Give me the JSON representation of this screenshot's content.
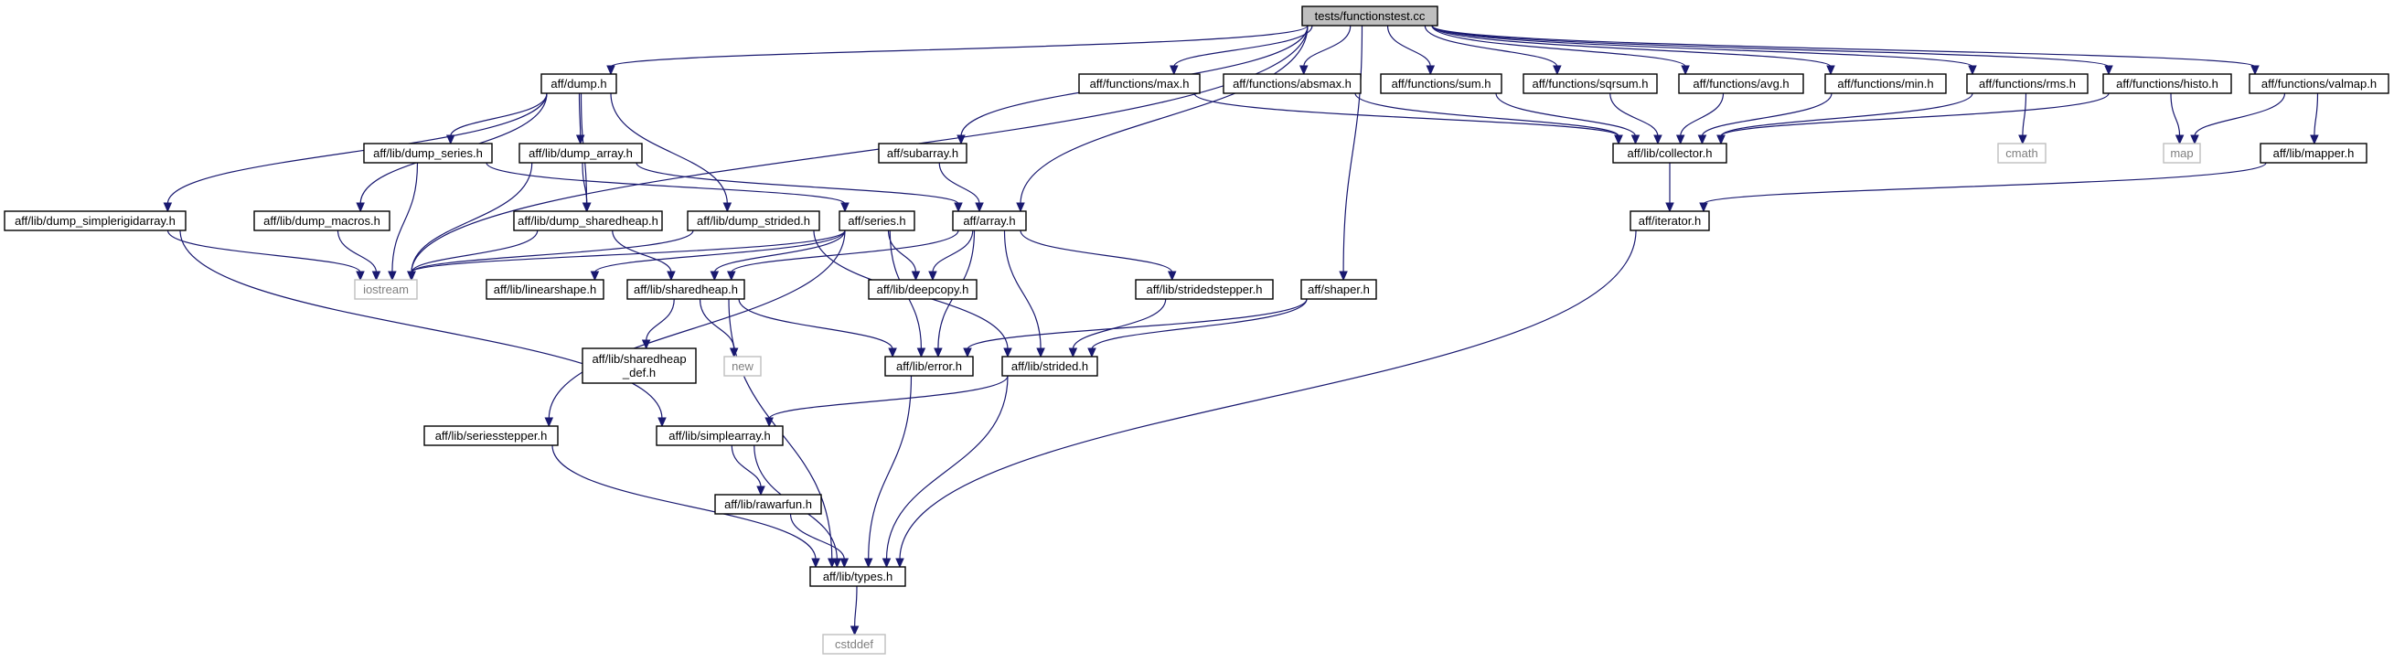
{
  "graph": {
    "colors": {
      "edge": "#191970",
      "root_fill": "#bfbfbf",
      "node_fill": "#ffffff",
      "node_border": "#000000",
      "external_border": "#bfbfbf",
      "external_text": "#7f7f7f"
    },
    "nodes": [
      {
        "id": "root",
        "label": "tests/functionstest.cc",
        "kind": "root"
      },
      {
        "id": "dump",
        "label": "aff/dump.h",
        "kind": "header"
      },
      {
        "id": "f_max",
        "label": "aff/functions/max.h",
        "kind": "header"
      },
      {
        "id": "f_absmax",
        "label": "aff/functions/absmax.h",
        "kind": "header"
      },
      {
        "id": "f_sum",
        "label": "aff/functions/sum.h",
        "kind": "header"
      },
      {
        "id": "f_sqrsum",
        "label": "aff/functions/sqrsum.h",
        "kind": "header"
      },
      {
        "id": "f_avg",
        "label": "aff/functions/avg.h",
        "kind": "header"
      },
      {
        "id": "f_min",
        "label": "aff/functions/min.h",
        "kind": "header"
      },
      {
        "id": "f_rms",
        "label": "aff/functions/rms.h",
        "kind": "header"
      },
      {
        "id": "f_histo",
        "label": "aff/functions/histo.h",
        "kind": "header"
      },
      {
        "id": "f_valmap",
        "label": "aff/functions/valmap.h",
        "kind": "header"
      },
      {
        "id": "dump_series",
        "label": "aff/lib/dump_series.h",
        "kind": "header"
      },
      {
        "id": "dump_array",
        "label": "aff/lib/dump_array.h",
        "kind": "header"
      },
      {
        "id": "subarray",
        "label": "aff/subarray.h",
        "kind": "header"
      },
      {
        "id": "collector",
        "label": "aff/lib/collector.h",
        "kind": "header"
      },
      {
        "id": "cmath",
        "label": "cmath",
        "kind": "external"
      },
      {
        "id": "map",
        "label": "map",
        "kind": "external"
      },
      {
        "id": "mapper",
        "label": "aff/lib/mapper.h",
        "kind": "header"
      },
      {
        "id": "dump_simplerigid",
        "label": "aff/lib/dump_simplerigidarray.h",
        "kind": "header"
      },
      {
        "id": "dump_macros",
        "label": "aff/lib/dump_macros.h",
        "kind": "header"
      },
      {
        "id": "dump_sharedheap",
        "label": "aff/lib/dump_sharedheap.h",
        "kind": "header"
      },
      {
        "id": "dump_strided",
        "label": "aff/lib/dump_strided.h",
        "kind": "header"
      },
      {
        "id": "series",
        "label": "aff/series.h",
        "kind": "header"
      },
      {
        "id": "array",
        "label": "aff/array.h",
        "kind": "header"
      },
      {
        "id": "iterator",
        "label": "aff/iterator.h",
        "kind": "header"
      },
      {
        "id": "iostream",
        "label": "iostream",
        "kind": "external"
      },
      {
        "id": "linearshape",
        "label": "aff/lib/linearshape.h",
        "kind": "header"
      },
      {
        "id": "sharedheap",
        "label": "aff/lib/sharedheap.h",
        "kind": "header"
      },
      {
        "id": "deepcopy",
        "label": "aff/lib/deepcopy.h",
        "kind": "header"
      },
      {
        "id": "stridedstepper",
        "label": "aff/lib/stridedstepper.h",
        "kind": "header"
      },
      {
        "id": "shaper",
        "label": "aff/shaper.h",
        "kind": "header"
      },
      {
        "id": "sharedheap_def",
        "label": "aff/lib/sharedheap\n_def.h",
        "kind": "header"
      },
      {
        "id": "new",
        "label": "new",
        "kind": "external"
      },
      {
        "id": "error",
        "label": "aff/lib/error.h",
        "kind": "header"
      },
      {
        "id": "strided",
        "label": "aff/lib/strided.h",
        "kind": "header"
      },
      {
        "id": "seriesstepper",
        "label": "aff/lib/seriesstepper.h",
        "kind": "header"
      },
      {
        "id": "simplearray",
        "label": "aff/lib/simplearray.h",
        "kind": "header"
      },
      {
        "id": "rawarfun",
        "label": "aff/lib/rawarfun.h",
        "kind": "header"
      },
      {
        "id": "types",
        "label": "aff/lib/types.h",
        "kind": "header"
      },
      {
        "id": "cstddef",
        "label": "cstddef",
        "kind": "external"
      }
    ],
    "edges": [
      [
        "root",
        "dump"
      ],
      [
        "root",
        "iostream"
      ],
      [
        "root",
        "subarray"
      ],
      [
        "root",
        "array"
      ],
      [
        "root",
        "shaper"
      ],
      [
        "root",
        "f_max"
      ],
      [
        "root",
        "f_absmax"
      ],
      [
        "root",
        "f_sum"
      ],
      [
        "root",
        "f_sqrsum"
      ],
      [
        "root",
        "f_avg"
      ],
      [
        "root",
        "f_min"
      ],
      [
        "root",
        "f_rms"
      ],
      [
        "root",
        "f_histo"
      ],
      [
        "root",
        "f_valmap"
      ],
      [
        "dump",
        "dump_simplerigid"
      ],
      [
        "dump",
        "dump_macros"
      ],
      [
        "dump",
        "dump_series"
      ],
      [
        "dump",
        "dump_array"
      ],
      [
        "dump",
        "dump_sharedheap"
      ],
      [
        "dump",
        "dump_strided"
      ],
      [
        "dump_series",
        "iostream"
      ],
      [
        "dump_series",
        "series"
      ],
      [
        "dump_array",
        "iostream"
      ],
      [
        "dump_array",
        "dump_sharedheap"
      ],
      [
        "dump_array",
        "array"
      ],
      [
        "dump_simplerigid",
        "iostream"
      ],
      [
        "dump_simplerigid",
        "simplearray"
      ],
      [
        "dump_macros",
        "iostream"
      ],
      [
        "dump_sharedheap",
        "iostream"
      ],
      [
        "dump_sharedheap",
        "sharedheap"
      ],
      [
        "dump_strided",
        "iostream"
      ],
      [
        "dump_strided",
        "strided"
      ],
      [
        "subarray",
        "array"
      ],
      [
        "f_max",
        "collector"
      ],
      [
        "f_absmax",
        "collector"
      ],
      [
        "f_sum",
        "collector"
      ],
      [
        "f_sqrsum",
        "collector"
      ],
      [
        "f_avg",
        "collector"
      ],
      [
        "f_min",
        "collector"
      ],
      [
        "f_rms",
        "collector"
      ],
      [
        "f_rms",
        "cmath"
      ],
      [
        "f_histo",
        "collector"
      ],
      [
        "f_histo",
        "map"
      ],
      [
        "f_valmap",
        "map"
      ],
      [
        "f_valmap",
        "mapper"
      ],
      [
        "collector",
        "iterator"
      ],
      [
        "mapper",
        "iterator"
      ],
      [
        "iterator",
        "types"
      ],
      [
        "series",
        "linearshape"
      ],
      [
        "series",
        "sharedheap"
      ],
      [
        "series",
        "deepcopy"
      ],
      [
        "series",
        "error"
      ],
      [
        "series",
        "seriesstepper"
      ],
      [
        "series",
        "iostream"
      ],
      [
        "array",
        "sharedheap"
      ],
      [
        "array",
        "deepcopy"
      ],
      [
        "array",
        "stridedstepper"
      ],
      [
        "array",
        "error"
      ],
      [
        "array",
        "strided"
      ],
      [
        "sharedheap",
        "sharedheap_def"
      ],
      [
        "sharedheap",
        "new"
      ],
      [
        "sharedheap",
        "error"
      ],
      [
        "sharedheap",
        "types"
      ],
      [
        "stridedstepper",
        "strided"
      ],
      [
        "shaper",
        "strided"
      ],
      [
        "shaper",
        "error"
      ],
      [
        "error",
        "types"
      ],
      [
        "strided",
        "simplearray"
      ],
      [
        "strided",
        "types"
      ],
      [
        "seriesstepper",
        "types"
      ],
      [
        "simplearray",
        "rawarfun"
      ],
      [
        "simplearray",
        "types"
      ],
      [
        "rawarfun",
        "types"
      ],
      [
        "types",
        "cstddef"
      ]
    ]
  }
}
